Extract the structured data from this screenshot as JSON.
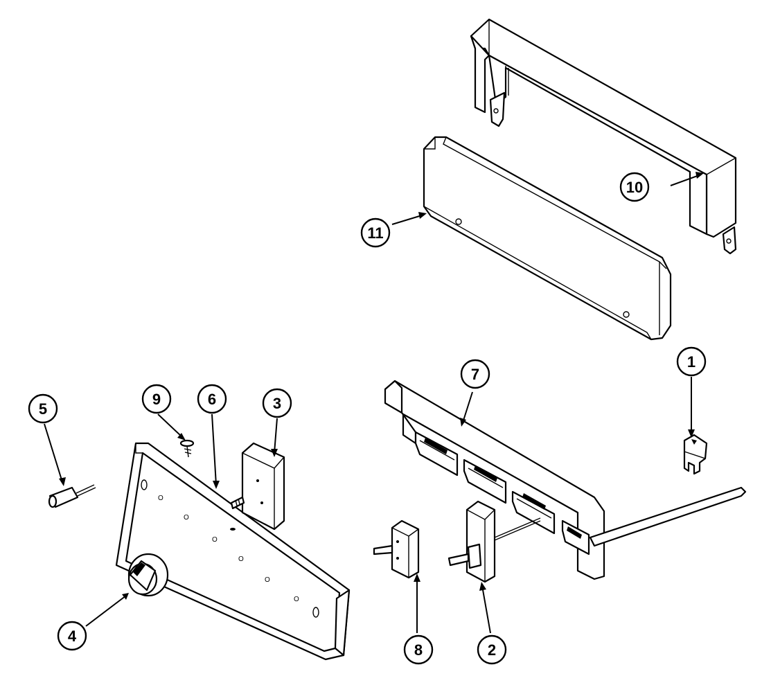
{
  "diagram": {
    "background": "#ffffff",
    "line_color": "#000000",
    "callouts": [
      {
        "id": "1",
        "label": "1"
      },
      {
        "id": "2",
        "label": "2"
      },
      {
        "id": "3",
        "label": "3"
      },
      {
        "id": "4",
        "label": "4"
      },
      {
        "id": "5",
        "label": "5"
      },
      {
        "id": "6",
        "label": "6"
      },
      {
        "id": "7",
        "label": "7"
      },
      {
        "id": "8",
        "label": "8"
      },
      {
        "id": "9",
        "label": "9"
      },
      {
        "id": "10",
        "label": "10"
      },
      {
        "id": "11",
        "label": "11"
      }
    ],
    "panel_markings": [
      "O",
      "O",
      "O",
      "O",
      "O",
      "O"
    ]
  }
}
